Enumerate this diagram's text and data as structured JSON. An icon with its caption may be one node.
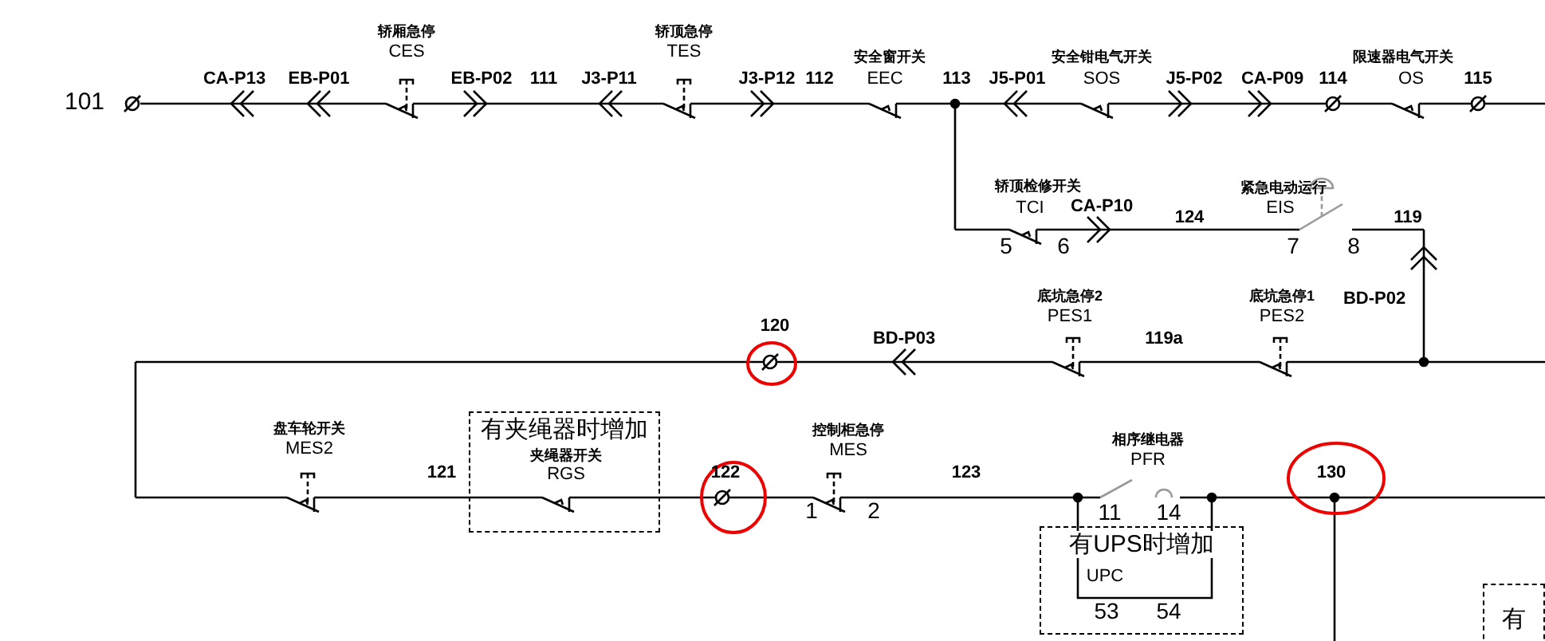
{
  "diagram": {
    "nodes": [
      {
        "text": [
          "有夹绳器时增加"
        ]
      },
      {
        "text": [
          "有UPS时增加"
        ]
      },
      {
        "text": [
          "有"
        ]
      }
    ],
    "labels": [
      "101",
      "CA-P13",
      "EB-P01",
      "轿厢急停",
      "CES",
      "EB-P02",
      "111",
      "J3-P11",
      "轿顶急停",
      "TES",
      "J3-P12",
      "112",
      "安全窗开关",
      "EEC",
      "113",
      "J5-P01",
      "安全钳电气开关",
      "SOS",
      "J5-P02",
      "CA-P09",
      "114",
      "限速器电气开关",
      "OS",
      "115",
      "轿顶检修开关",
      "TCI",
      "CA-P10",
      "124",
      "紧急电动运行",
      "EIS",
      "5",
      "6",
      "7",
      "8",
      "119",
      "BD-P02",
      "120",
      "BD-P03",
      "底坑急停2",
      "PES1",
      "119a",
      "底坑急停1",
      "PES2",
      "盘车轮开关",
      "MES2",
      "121",
      "夹绳器开关",
      "RGS",
      "122",
      "控制柜急停",
      "MES",
      "相序继电器",
      "PFR",
      "123",
      "1",
      "2",
      "11",
      "14",
      "UPC",
      "53",
      "54",
      "130"
    ]
  }
}
